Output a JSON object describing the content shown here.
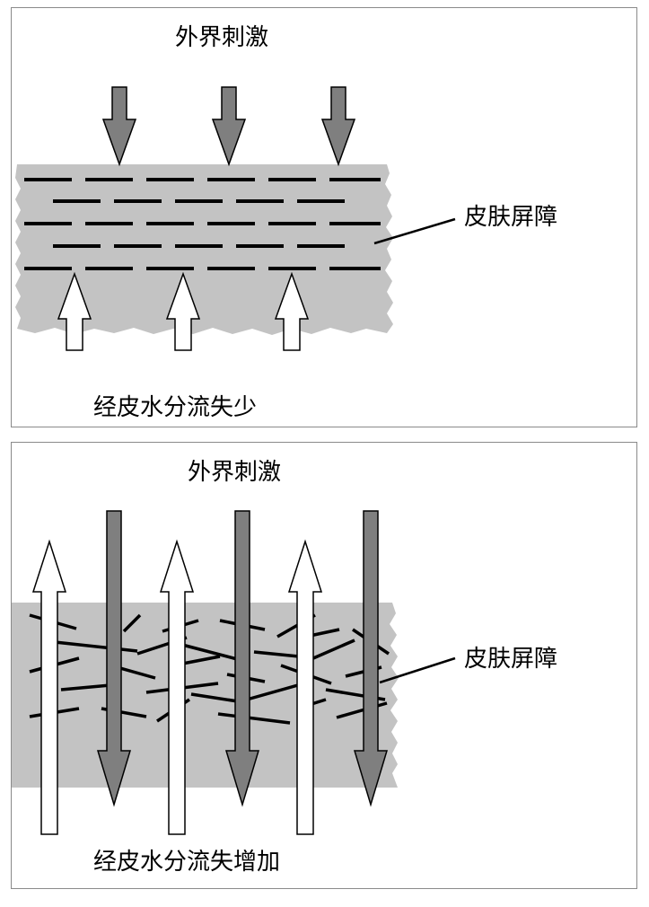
{
  "panels": [
    {
      "stimulus_label": "外界刺激",
      "barrier_label": "皮肤屏障",
      "caption": "经皮水分流失少"
    },
    {
      "stimulus_label": "外界刺激",
      "barrier_label": "皮肤屏障",
      "caption": "经皮水分流失增加"
    }
  ],
  "colors": {
    "skin_fill": "#c3c3c3",
    "down_arrow_fill": "#7f7f7f",
    "up_arrow_fill": "#ffffff",
    "line_color": "#000000",
    "border_color": "#8a8a8a"
  }
}
